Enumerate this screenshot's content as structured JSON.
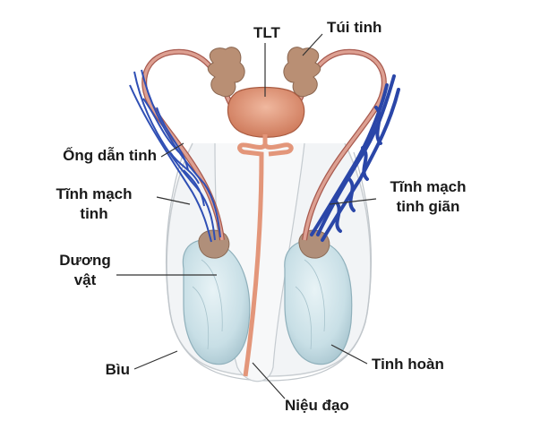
{
  "labels": {
    "tlt": "TLT",
    "tui_tinh": "Túi tinh",
    "ong_dan_tinh": "Ống dẫn tinh",
    "tinh_mach_tinh_1": "Tĩnh mạch",
    "tinh_mach_tinh_2": "tinh",
    "duong_vat_1": "Dương",
    "duong_vat_2": "vật",
    "biu": "Bìu",
    "tinh_mach_tinh_gian_1": "Tĩnh mạch",
    "tinh_mach_tinh_gian_2": "tinh giãn",
    "tinh_hoan": "Tinh hoàn",
    "nieu_dao": "Niệu đạo"
  },
  "colors": {
    "duct": "#d9968a",
    "duct_outline": "#a85a4f",
    "vein": "#2f4fb5",
    "vein_dark": "#1d3690",
    "prostate": "#e3967a",
    "vesicle": "#b98f74",
    "testis": "#cfe4ea",
    "scrotum": "#eef1f3",
    "leader_line": "#333333"
  }
}
